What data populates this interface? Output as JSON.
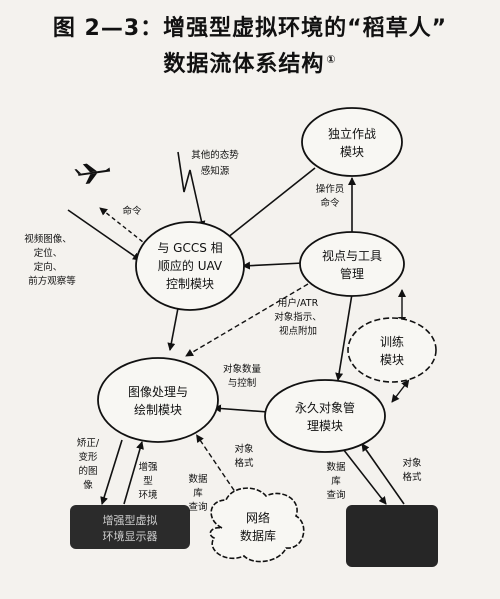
{
  "title": {
    "line1": "图 2—3：增强型虚拟环境的“稻草人”",
    "line2": "数据流体系结构",
    "footnote_mark": "①"
  },
  "nodes": {
    "independent_ops": [
      "独立作战",
      "模块"
    ],
    "view_tools": [
      "视点与工具",
      "管理"
    ],
    "uav": [
      "与 GCCS 相",
      "顺应的 UAV",
      "控制模块"
    ],
    "training": [
      "训练",
      "模块"
    ],
    "image_proc": [
      "图像处理与",
      "绘制模块"
    ],
    "persistent_obj": [
      "永久对象管",
      "理模块"
    ],
    "network_db": [
      "网络",
      "数据库"
    ],
    "dark_left": [
      "增强型虚拟",
      "环境显示器"
    ],
    "dark_right": [
      "",
      ""
    ]
  },
  "edge_labels": {
    "other_sensors": [
      "其他的态势",
      "感知源"
    ],
    "command": [
      "命令"
    ],
    "video": [
      "视频图像、",
      "定位、",
      "定向、",
      "前方观察等"
    ],
    "operator_cmd": [
      "操作员",
      "命令"
    ],
    "user_atr": [
      "用户/ATR",
      "对象指示、",
      "视点附加"
    ],
    "obj_count": [
      "对象数量",
      "与控制"
    ],
    "correct_deform": [
      "矫正/",
      "变形",
      "的图",
      "像"
    ],
    "enhanced_env": [
      "增强",
      "型",
      "环境"
    ],
    "db_query_left": [
      "数据",
      "库",
      "查询"
    ],
    "obj_format_left": [
      "对象",
      "格式"
    ],
    "db_query_right": [
      "数据",
      "库",
      "查询"
    ],
    "obj_format_right": [
      "对象",
      "格式"
    ]
  },
  "colors": {
    "background": "#f4f2ee",
    "line": "#111111",
    "dark_box": "#2b2b2b"
  },
  "icons": [
    "airplane-icon",
    "lightning-icon"
  ]
}
